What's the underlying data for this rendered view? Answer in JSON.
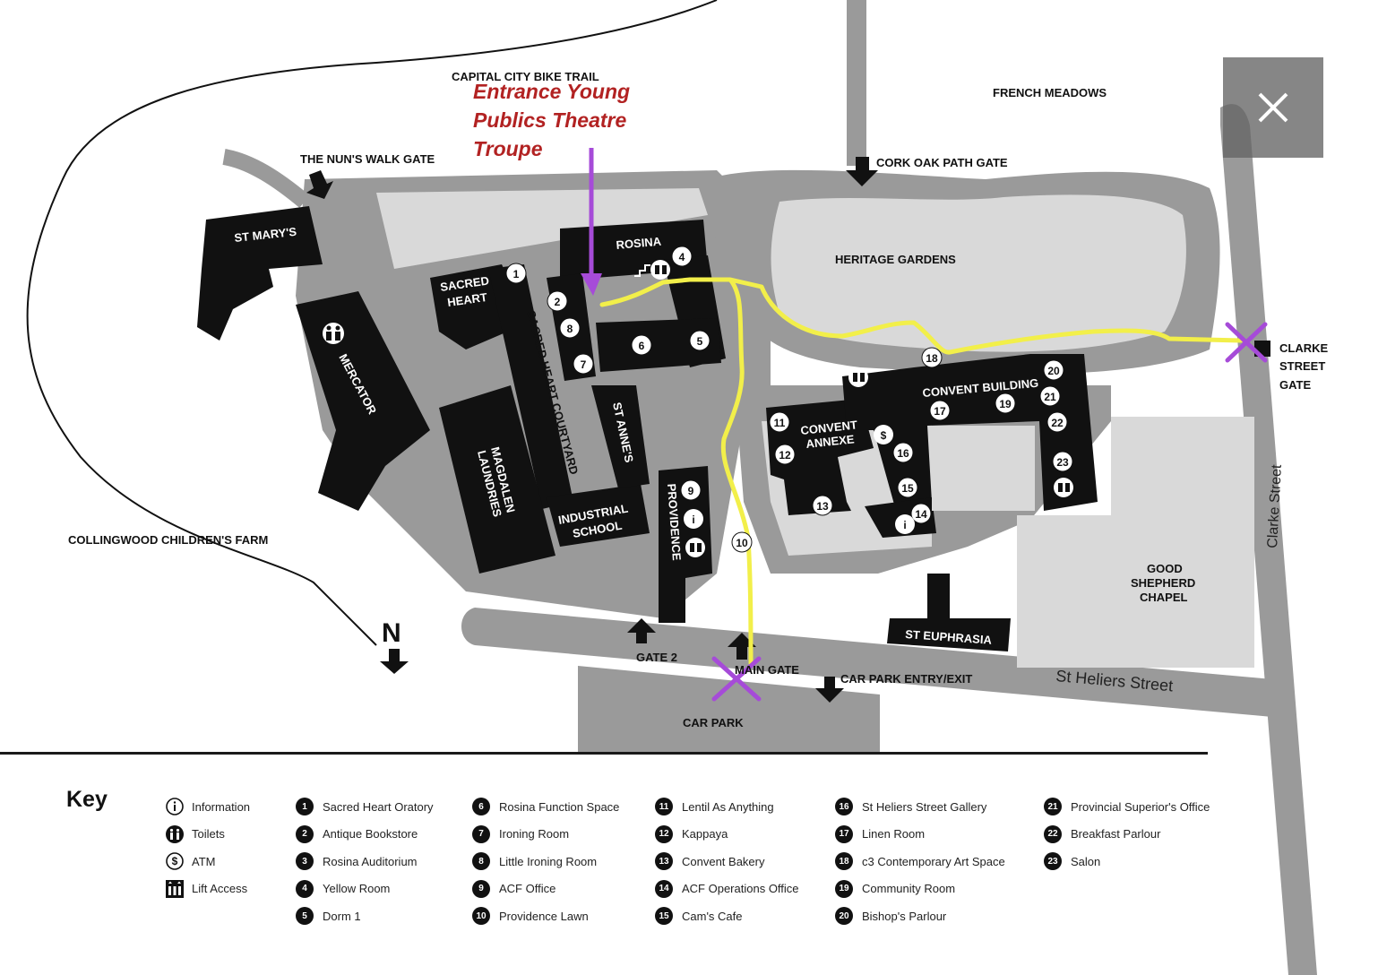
{
  "map": {
    "labels": {
      "bike_trail": "CAPITAL CITY BIKE TRAIL",
      "french_meadows": "FRENCH MEADOWS",
      "nuns_walk_gate": "THE NUN'S WALK GATE",
      "cork_oak_gate": "CORK OAK PATH GATE",
      "st_marys": "ST MARY'S",
      "rosina": "ROSINA",
      "heritage_gardens": "HERITAGE GARDENS",
      "sacred_heart_1": "SACRED",
      "sacred_heart_2": "HEART",
      "sacred_heart_courtyard": "SACRED HEART COURTYARD",
      "mercator": "MERCATOR",
      "st_annes": "ST ANNE'S",
      "magdalen_1": "MAGDALEN",
      "magdalen_2": "LAUNDRIES",
      "industrial_1": "INDUSTRIAL",
      "industrial_2": "SCHOOL",
      "providence": "PROVIDENCE",
      "convent_annexe_1": "CONVENT",
      "convent_annexe_2": "ANNEXE",
      "convent_building": "CONVENT BUILDING",
      "clarke_gate_1": "CLARKE",
      "clarke_gate_2": "STREET",
      "clarke_gate_3": "GATE",
      "clarke_street": "Clarke Street",
      "collingwood": "COLLINGWOOD CHILDREN'S FARM",
      "good_shepherd_1": "GOOD",
      "good_shepherd_2": "SHEPHERD",
      "good_shepherd_3": "CHAPEL",
      "st_euphrasia": "ST EUPHRASIA",
      "st_heliers": "St Heliers Street",
      "gate2": "GATE 2",
      "main_gate": "MAIN GATE",
      "car_park_entry": "CAR PARK ENTRY/EXIT",
      "car_park": "CAR PARK",
      "north": "N"
    },
    "numbers": [
      "1",
      "2",
      "4",
      "5",
      "6",
      "7",
      "8",
      "9",
      "10",
      "11",
      "12",
      "13",
      "14",
      "15",
      "16",
      "17",
      "18",
      "19",
      "20",
      "21",
      "22",
      "23"
    ],
    "info_symbol": "i",
    "atm_symbol": "$",
    "route_color": "#f2ef4a",
    "marker_color": "#a64bd8",
    "annotation_color": "#b22222"
  },
  "annotation": {
    "line1": "Entrance  Young",
    "line2": "Publics Theatre",
    "line3": "Troupe"
  },
  "close_button": {
    "icon": "close-icon"
  },
  "key": {
    "title": "Key",
    "symbols": [
      {
        "icon": "info-icon",
        "label": "Information"
      },
      {
        "icon": "toilets-icon",
        "label": "Toilets"
      },
      {
        "icon": "atm-icon",
        "label": "ATM"
      },
      {
        "icon": "lift-icon",
        "label": "Lift Access"
      }
    ],
    "columns": [
      [
        {
          "n": "1",
          "label": "Sacred Heart Oratory"
        },
        {
          "n": "2",
          "label": "Antique Bookstore"
        },
        {
          "n": "3",
          "label": "Rosina Auditorium"
        },
        {
          "n": "4",
          "label": "Yellow Room"
        },
        {
          "n": "5",
          "label": "Dorm 1"
        }
      ],
      [
        {
          "n": "6",
          "label": "Rosina Function Space"
        },
        {
          "n": "7",
          "label": "Ironing Room"
        },
        {
          "n": "8",
          "label": "Little Ironing Room"
        },
        {
          "n": "9",
          "label": "ACF Office"
        },
        {
          "n": "10",
          "label": "Providence Lawn"
        }
      ],
      [
        {
          "n": "11",
          "label": "Lentil As Anything"
        },
        {
          "n": "12",
          "label": "Kappaya"
        },
        {
          "n": "13",
          "label": "Convent Bakery"
        },
        {
          "n": "14",
          "label": "ACF Operations Office"
        },
        {
          "n": "15",
          "label": "Cam's Cafe"
        }
      ],
      [
        {
          "n": "16",
          "label": "St Heliers Street Gallery"
        },
        {
          "n": "17",
          "label": "Linen Room"
        },
        {
          "n": "18",
          "label": "c3 Contemporary Art Space"
        },
        {
          "n": "19",
          "label": "Community Room"
        },
        {
          "n": "20",
          "label": "Bishop's Parlour"
        }
      ],
      [
        {
          "n": "21",
          "label": "Provincial Superior's Office"
        },
        {
          "n": "22",
          "label": "Breakfast Parlour"
        },
        {
          "n": "23",
          "label": "Salon"
        }
      ]
    ]
  }
}
